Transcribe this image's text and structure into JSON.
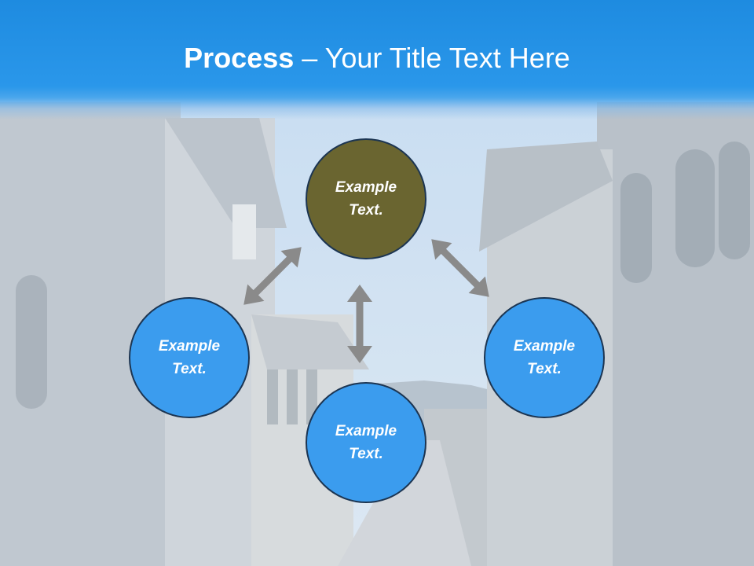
{
  "slide": {
    "title_bold": "Process",
    "title_rest": " – Your Title Text Here"
  },
  "nodes": {
    "top": {
      "line1": "Example",
      "line2": "Text."
    },
    "left": {
      "line1": "Example",
      "line2": "Text."
    },
    "right": {
      "line1": "Example",
      "line2": "Text."
    },
    "bottom": {
      "line1": "Example",
      "line2": "Text."
    }
  },
  "colors": {
    "header": "#1e8be0",
    "center_node": "#6a6530",
    "outer_node": "#3b9cee",
    "node_border": "#1c3552",
    "arrow": "#8a8a8a"
  }
}
